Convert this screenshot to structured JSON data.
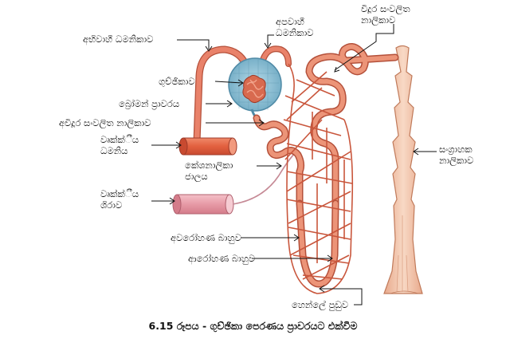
{
  "labels": {
    "afferent_arteriole": "අභිවාහී ධමනිකාව",
    "efferent_arteriole": "අපවාහී ධමනිකාව",
    "distal_tubule": "විදූර සංවලිත නාලිකාව",
    "glomerulus": "ගුච්ඡිකාව",
    "bowmans_capsule": "බ්‍රෝමන් ප්‍රාවරය",
    "proximal_tubule": "අවිදූර සංවලිත නාලිකාව",
    "renal_artery": "වෘක්ක්ීය ධමනිය",
    "capillary_network": "කේශනාලිකා ජාලය",
    "collecting_duct": "සංග්‍රාහක නාලිකාව",
    "renal_vein": "වෘක්ක්ීය ශිරාව",
    "descending_limb": "අවරෝහණ බාහුව",
    "ascending_limb": "ආරෝහණ බාහුව",
    "loop_of_henle": "හෙන්ලේ පුඩුව"
  },
  "caption": "6.15 රූපය - ගුච්ඡිකා පෙරණය ප්‍රාවරයට එක්වීම",
  "colors": {
    "vessel": "#e9826a",
    "vessel_stroke": "#b4503a",
    "artery": "#e2603f",
    "vein": "#e79aa6",
    "capsule": "#8fc3d9",
    "collecting_duct": "#f6cbb3"
  }
}
